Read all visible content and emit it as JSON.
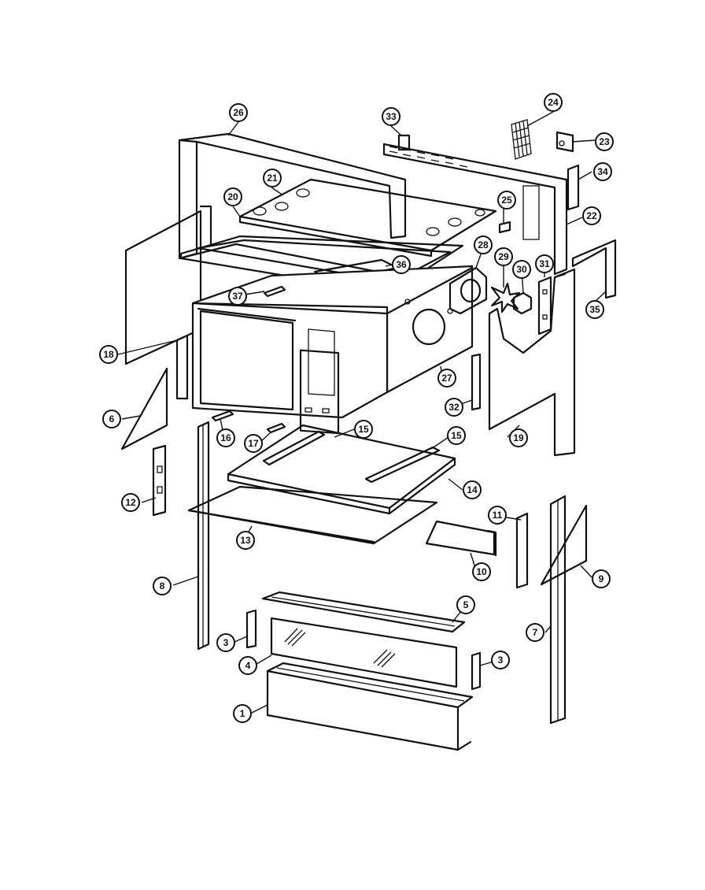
{
  "callouts": [
    {
      "id": "1",
      "label": "1"
    },
    {
      "id": "3a",
      "label": "3"
    },
    {
      "id": "3b",
      "label": "3"
    },
    {
      "id": "4",
      "label": "4"
    },
    {
      "id": "5",
      "label": "5"
    },
    {
      "id": "6",
      "label": "6"
    },
    {
      "id": "7",
      "label": "7"
    },
    {
      "id": "8",
      "label": "8"
    },
    {
      "id": "9",
      "label": "9"
    },
    {
      "id": "10",
      "label": "10"
    },
    {
      "id": "11",
      "label": "11"
    },
    {
      "id": "12",
      "label": "12"
    },
    {
      "id": "13",
      "label": "13"
    },
    {
      "id": "14",
      "label": "14"
    },
    {
      "id": "15a",
      "label": "15"
    },
    {
      "id": "15b",
      "label": "15"
    },
    {
      "id": "16",
      "label": "16"
    },
    {
      "id": "17",
      "label": "17"
    },
    {
      "id": "18",
      "label": "18"
    },
    {
      "id": "19",
      "label": "19"
    },
    {
      "id": "20",
      "label": "20"
    },
    {
      "id": "21",
      "label": "21"
    },
    {
      "id": "22",
      "label": "22"
    },
    {
      "id": "23",
      "label": "23"
    },
    {
      "id": "24",
      "label": "24"
    },
    {
      "id": "25",
      "label": "25"
    },
    {
      "id": "26",
      "label": "26"
    },
    {
      "id": "27",
      "label": "27"
    },
    {
      "id": "28",
      "label": "28"
    },
    {
      "id": "29",
      "label": "29"
    },
    {
      "id": "30",
      "label": "30"
    },
    {
      "id": "31",
      "label": "31"
    },
    {
      "id": "32",
      "label": "32"
    },
    {
      "id": "33",
      "label": "33"
    },
    {
      "id": "34",
      "label": "34"
    },
    {
      "id": "35",
      "label": "35"
    },
    {
      "id": "36",
      "label": "36"
    },
    {
      "id": "37",
      "label": "37"
    }
  ]
}
